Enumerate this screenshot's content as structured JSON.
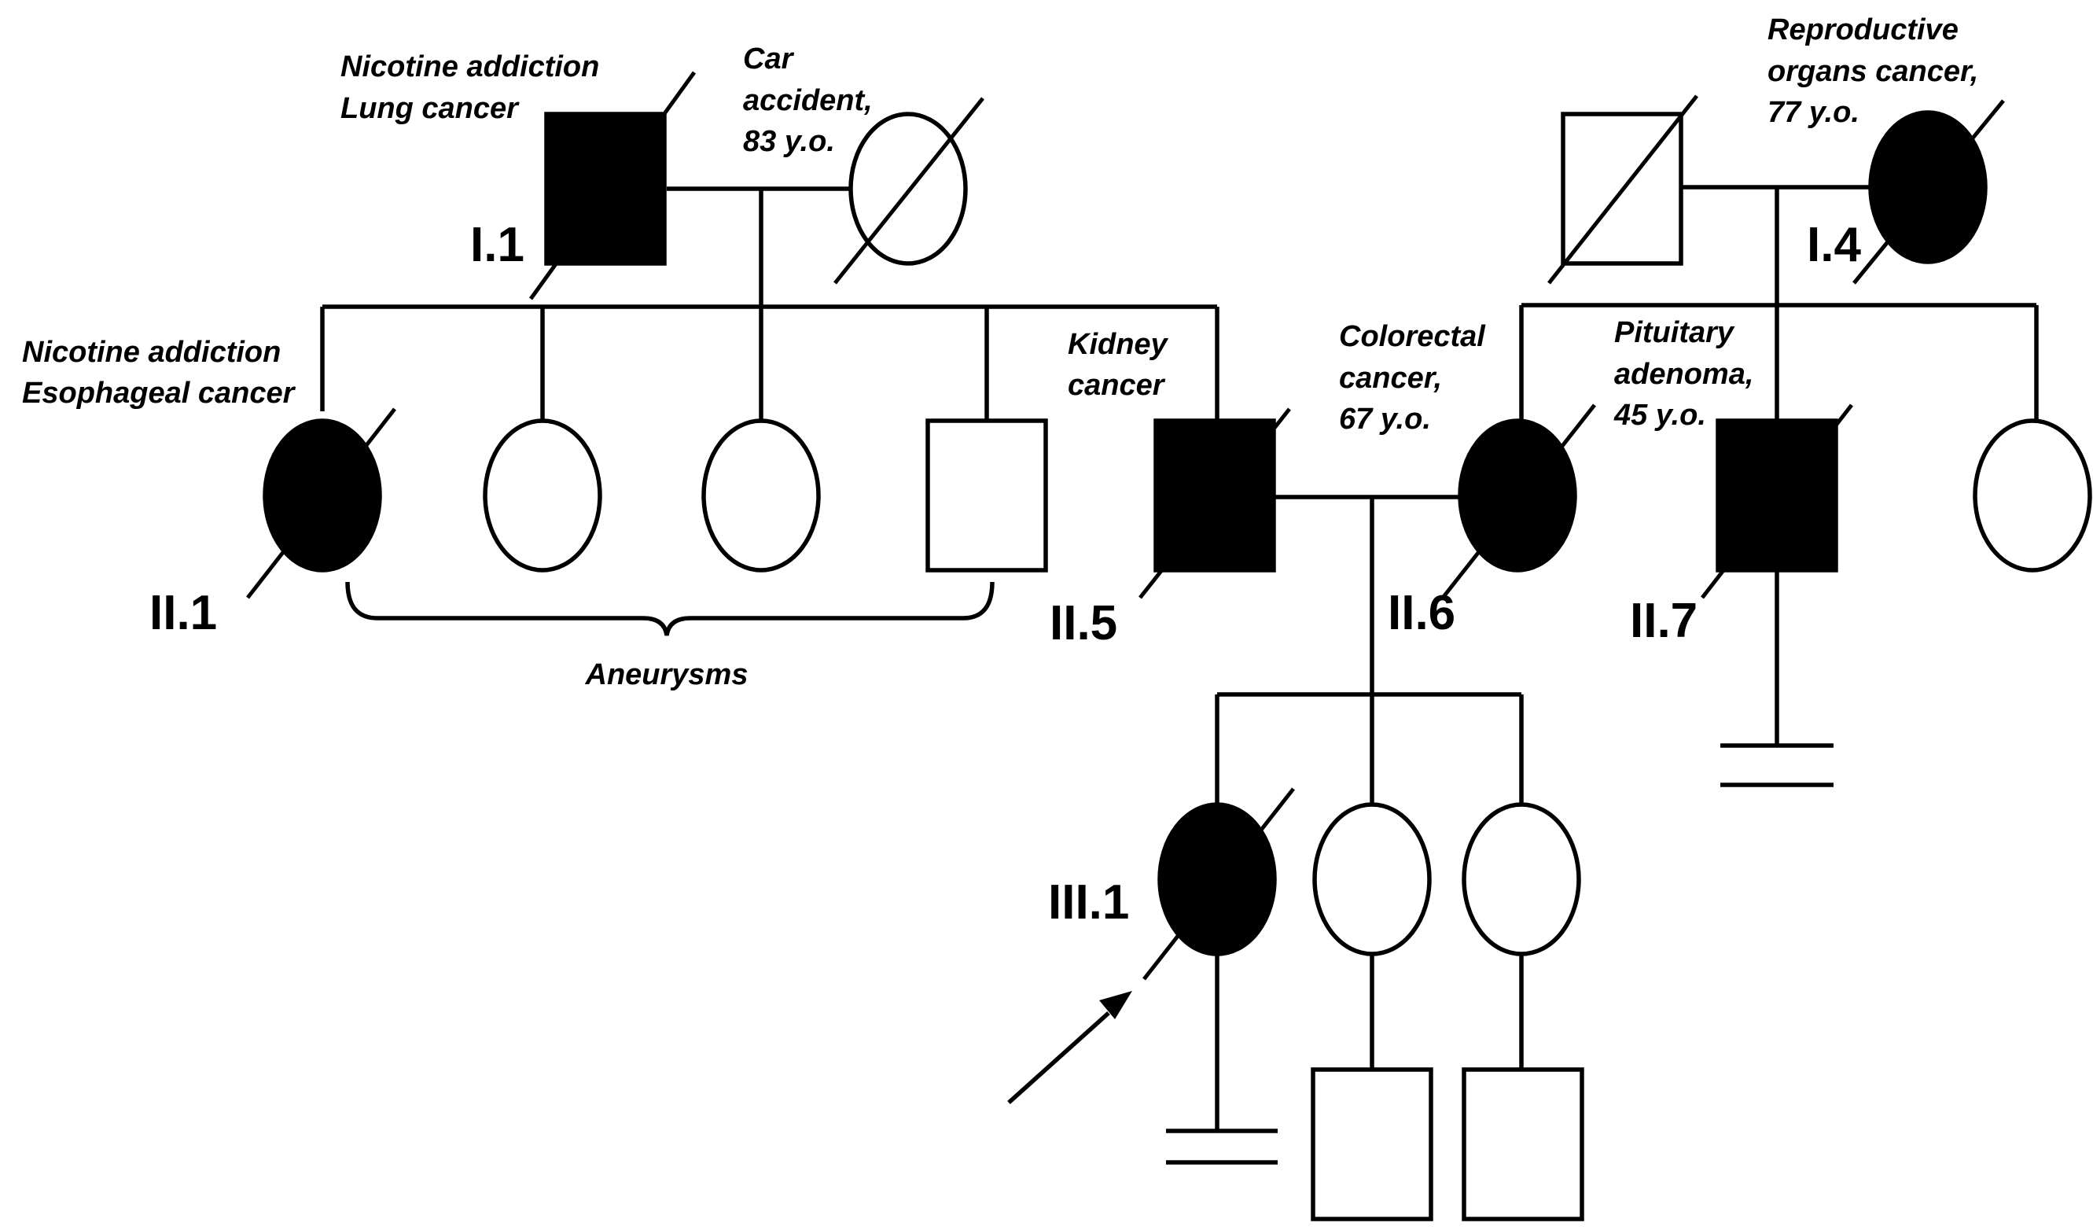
{
  "people": {
    "I_1": {
      "id": "I.1",
      "notes": [
        "Nicotine addiction",
        "Lung cancer"
      ]
    },
    "I_2": {
      "notes": [
        "Car",
        "accident,",
        "83 y.o."
      ]
    },
    "I_4": {
      "id": "I.4",
      "notes": [
        "Reproductive",
        "organs cancer,",
        "77 y.o."
      ]
    },
    "II_1": {
      "id": "II.1",
      "notes": [
        "Nicotine addiction",
        "Esophageal cancer"
      ]
    },
    "II_5": {
      "id": "II.5",
      "notes": [
        "Kidney",
        "cancer"
      ]
    },
    "II_6": {
      "id": "II.6",
      "notes": [
        "Colorectal",
        "cancer,",
        "67 y.o."
      ]
    },
    "II_7": {
      "id": "II.7",
      "notes": [
        "Pituitary",
        "adenoma,",
        "45 y.o."
      ]
    },
    "III_1": {
      "id": "III.1"
    }
  },
  "bracket_label": "Aneurysms",
  "symbol_fill": {
    "affected": "#000000",
    "unaffected": "#ffffff"
  }
}
